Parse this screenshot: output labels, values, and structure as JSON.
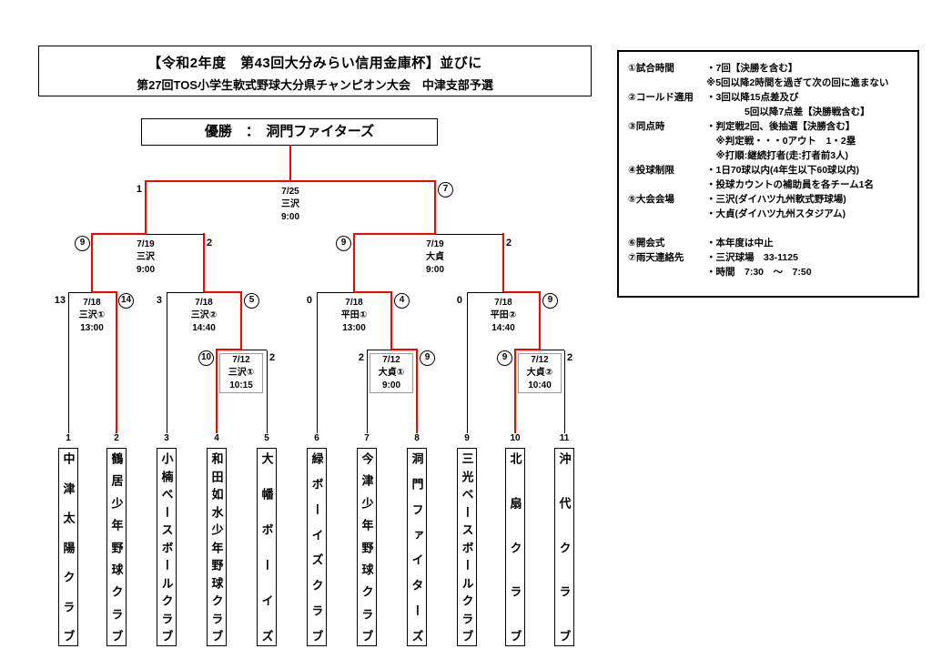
{
  "header": {
    "title_line1": "【令和2年度　第43回大分みらい信用金庫杯】並びに",
    "title_line2": "第27回TOS小学生軟式野球大分県チャンピオン大会　中津支部予選"
  },
  "champion": {
    "label": "優勝　：　洞門ファイターズ"
  },
  "colors": {
    "winner_path": "#ff0000",
    "line": "#000000"
  },
  "teams": [
    {
      "seed": "1",
      "name": "中津太陽クラブ"
    },
    {
      "seed": "2",
      "name": "鶴居少年野球クラブ"
    },
    {
      "seed": "3",
      "name": "小楠ベースボールクラブ"
    },
    {
      "seed": "4",
      "name": "和田如水少年野球クラブ"
    },
    {
      "seed": "5",
      "name": "大幡ボーイズ"
    },
    {
      "seed": "6",
      "name": "緑ボーイズクラブ"
    },
    {
      "seed": "7",
      "name": "今津少年野球クラブ"
    },
    {
      "seed": "8",
      "name": "洞門ファイターズ"
    },
    {
      "seed": "9",
      "name": "三光ベースボールクラブ"
    },
    {
      "seed": "10",
      "name": "北扇クラブ"
    },
    {
      "seed": "11",
      "name": "沖代クラブ"
    }
  ],
  "matches": {
    "final": {
      "date": "7/25",
      "venue": "三沢",
      "time": "9:00",
      "score_left": "1",
      "score_right": "7",
      "left_circled": false,
      "right_circled": true
    },
    "sf1": {
      "date": "7/19",
      "venue": "三沢",
      "time": "9:00",
      "score_left": "9",
      "score_right": "2",
      "left_circled": true,
      "right_circled": false
    },
    "sf2": {
      "date": "7/19",
      "venue": "大貞",
      "time": "9:00",
      "score_left": "9",
      "score_right": "2",
      "left_circled": true,
      "right_circled": false
    },
    "qf1": {
      "date": "7/18",
      "venue": "三沢①",
      "time": "13:00",
      "score_left": "13",
      "score_right": "14",
      "left_circled": false,
      "right_circled": true
    },
    "qf2": {
      "date": "7/18",
      "venue": "三沢②",
      "time": "14:40",
      "score_left": "3",
      "score_right": "5",
      "left_circled": false,
      "right_circled": true
    },
    "qf3": {
      "date": "7/18",
      "venue": "平田①",
      "time": "13:00",
      "score_left": "0",
      "score_right": "4",
      "left_circled": false,
      "right_circled": true
    },
    "qf4": {
      "date": "7/18",
      "venue": "平田②",
      "time": "14:40",
      "score_left": "0",
      "score_right": "9",
      "left_circled": false,
      "right_circled": true
    },
    "r1a": {
      "date": "7/12",
      "venue": "三沢①",
      "time": "10:15",
      "score_left": "10",
      "score_right": "2",
      "left_circled": true,
      "right_circled": false
    },
    "r1b": {
      "date": "7/12",
      "venue": "大貞①",
      "time": "9:00",
      "score_left": "2",
      "score_right": "9",
      "left_circled": false,
      "right_circled": true
    },
    "r1c": {
      "date": "7/12",
      "venue": "大貞②",
      "time": "10:40",
      "score_left": "9",
      "score_right": "2",
      "left_circled": true,
      "right_circled": false
    }
  },
  "rules": {
    "rows": [
      {
        "term": "①試合時間",
        "desc": "・7回【決勝を含む】"
      },
      {
        "term": "",
        "desc": "※5回以降2時間を過ぎて次の回に進まない"
      },
      {
        "term": "②コールド適用",
        "desc": "・3回以降15点差及び"
      },
      {
        "term": "",
        "desc": "　　　　5回以降7点差【決勝戦含む】"
      },
      {
        "term": "③同点時",
        "desc": "・判定戦2回、後抽選【決勝含む】"
      },
      {
        "term": "",
        "desc": "　※判定戦・・・0アウト　1・2塁"
      },
      {
        "term": "",
        "desc": "　※打順:継続打者(走:打者前3人)"
      },
      {
        "term": "④投球制限",
        "desc": "・1日70球以内(4年生以下60球以内)"
      },
      {
        "term": "",
        "desc": "・投球カウントの補助員を各チーム1名"
      },
      {
        "term": "⑤大会会場",
        "desc": "・三沢(ダイハツ九州軟式野球場)"
      },
      {
        "term": "",
        "desc": "・大貞(ダイハツ九州スタジアム)"
      },
      {
        "term": "",
        "desc": ""
      },
      {
        "term": "⑥開会式",
        "desc": "・本年度は中止"
      },
      {
        "term": "⑦雨天連絡先",
        "desc": "・三沢球場　33-1125"
      },
      {
        "term": "",
        "desc": "・時間　7:30　～　7:50"
      }
    ]
  }
}
